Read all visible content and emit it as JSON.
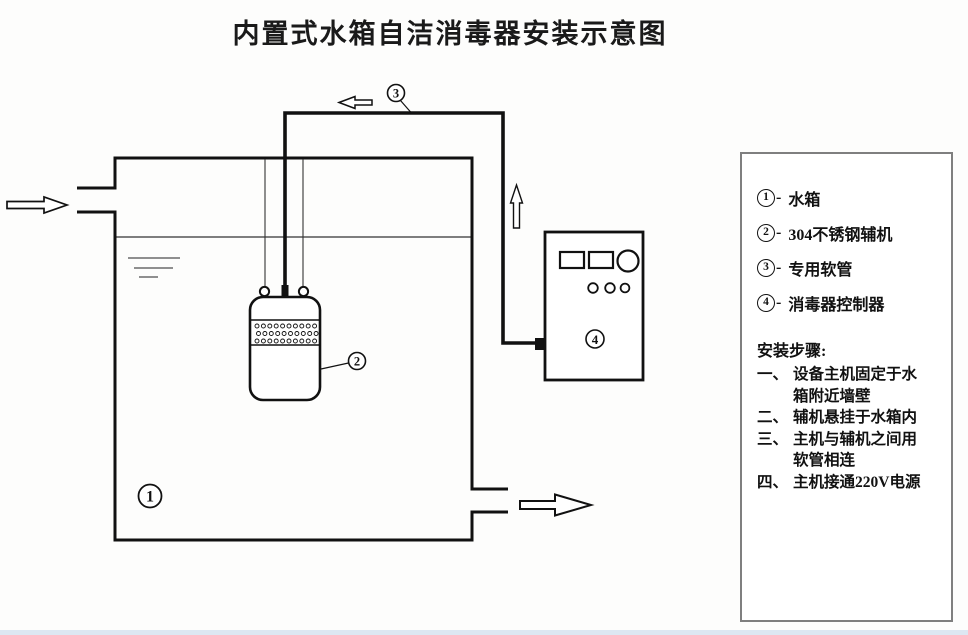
{
  "title": "内置式水箱自洁消毒器安装示意图",
  "diagram": {
    "tank_label": "1",
    "aux_label": "2",
    "hose_label": "3",
    "controller_label": "4"
  },
  "legend": {
    "separator": "-",
    "items": [
      {
        "num": "1",
        "text": "水箱"
      },
      {
        "num": "2",
        "text": "304不锈钢辅机"
      },
      {
        "num": "3",
        "text": "专用软管"
      },
      {
        "num": "4",
        "text": "消毒器控制器"
      }
    ],
    "steps_title": "安装步骤:",
    "steps": [
      {
        "num": "一、",
        "text": "设备主机固定于水箱附近墙壁"
      },
      {
        "num": "二、",
        "text": "辅机悬挂于水箱内"
      },
      {
        "num": "三、",
        "text": "主机与辅机之间用软管相连"
      },
      {
        "num": "四、",
        "text": "主机接通220V电源"
      }
    ]
  },
  "colors": {
    "line": "#111111",
    "water_line": "#555555",
    "legend_border": "#7f7f7f",
    "bottom_strip": "#dde7f2"
  }
}
